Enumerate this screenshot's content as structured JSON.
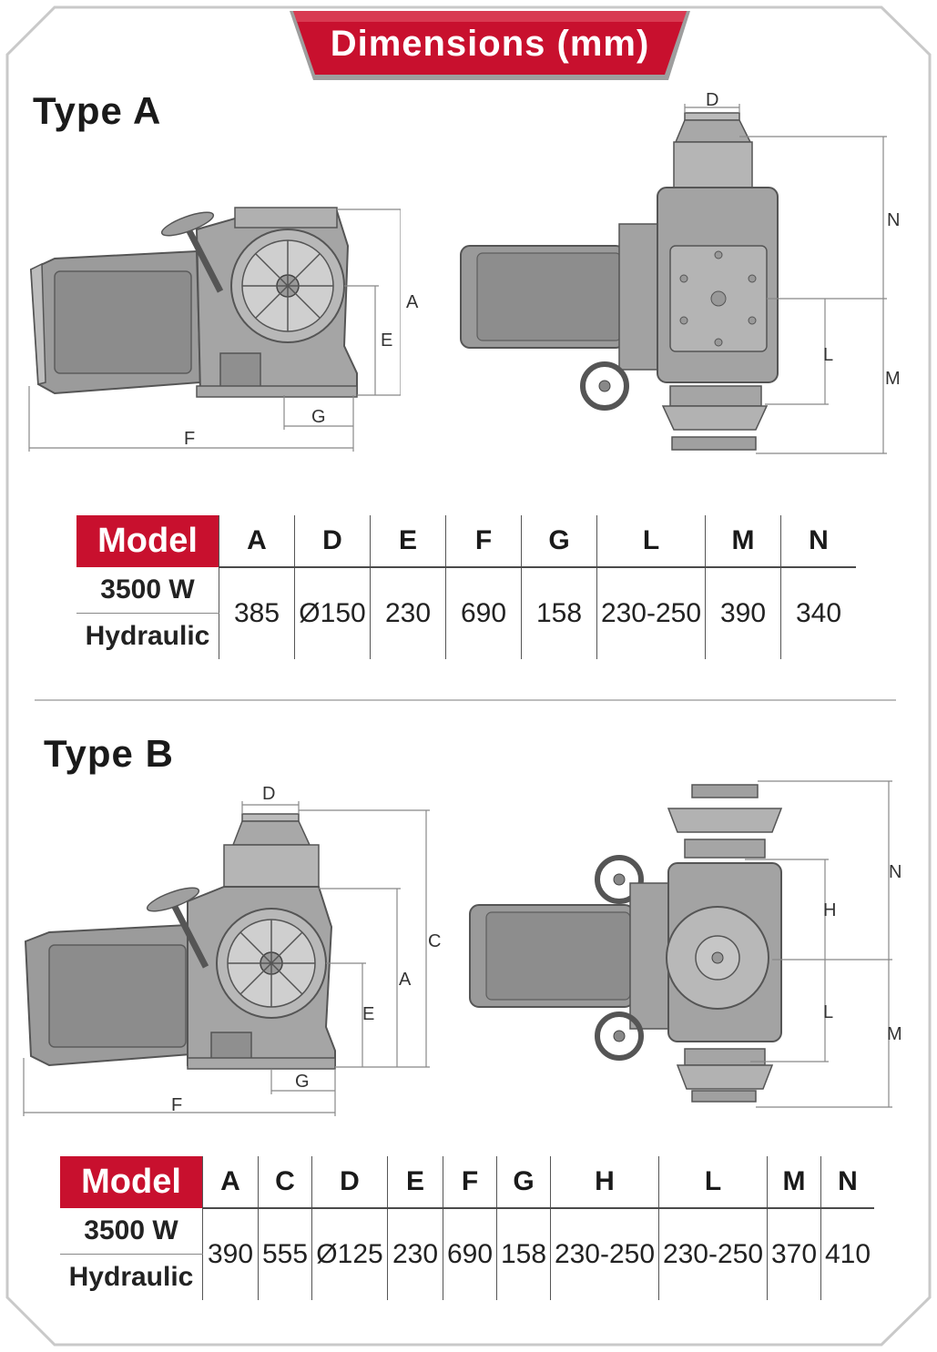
{
  "header": {
    "title": "Dimensions (mm)"
  },
  "type_a": {
    "title": "Type A",
    "labels": {
      "D": "D",
      "N": "N",
      "A": "A",
      "E": "E",
      "L": "L",
      "M": "M",
      "G": "G",
      "F": "F"
    },
    "table": {
      "model_header": "Model",
      "columns": [
        "A",
        "D",
        "E",
        "F",
        "G",
        "L",
        "M",
        "N"
      ],
      "model_line1": "3500 W",
      "model_line2": "Hydraulic",
      "values": [
        "385",
        "Ø150",
        "230",
        "690",
        "158",
        "230-250",
        "390",
        "340"
      ]
    }
  },
  "type_b": {
    "title": "Type B",
    "labels": {
      "D": "D",
      "C": "C",
      "A": "A",
      "E": "E",
      "G": "G",
      "F": "F",
      "N": "N",
      "H": "H",
      "L": "L",
      "M": "M"
    },
    "table": {
      "model_header": "Model",
      "columns": [
        "A",
        "C",
        "D",
        "E",
        "F",
        "G",
        "H",
        "L",
        "M",
        "N"
      ],
      "model_line1": "3500 W",
      "model_line2": "Hydraulic",
      "values": [
        "390",
        "555",
        "Ø125",
        "230",
        "690",
        "158",
        "230-250",
        "230-250",
        "370",
        "410"
      ]
    }
  },
  "colors": {
    "accent": "#c8102e",
    "frame": "#c9c9c9",
    "body": "#9a9a9a"
  }
}
